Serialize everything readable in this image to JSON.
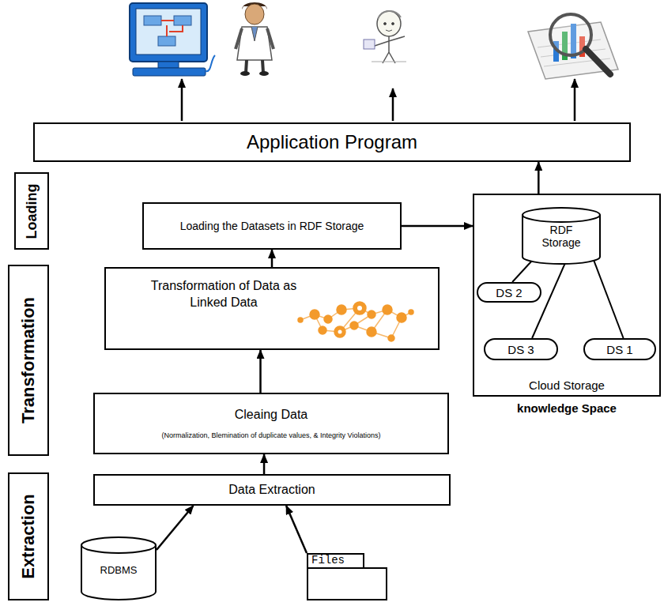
{
  "diagram": {
    "nodes": [
      {
        "text": [
          "Application Program"
        ]
      },
      {
        "text": [
          "Loading"
        ]
      },
      {
        "text": [
          "Loading the Datasets in RDF Storage"
        ]
      },
      {
        "text": [
          "Transformation"
        ]
      },
      {
        "text": [
          "Transformation of Data as Linked Data"
        ]
      },
      {
        "text": [
          "Cleaing Data",
          "(Normalization, Blemination of duplicate values, & Integrity Violations)"
        ]
      },
      {
        "text": [
          "Extraction"
        ]
      },
      {
        "text": [
          "Data Extraction"
        ]
      },
      {
        "text": [
          "RDBMS"
        ]
      },
      {
        "text": [
          "Files"
        ]
      },
      {
        "text": [
          "Cloud Storage",
          "knowledge Space"
        ]
      },
      {
        "text": [
          "RDF Storage"
        ],
        "in": 10
      },
      {
        "text": [
          "DS 2"
        ],
        "in": 10
      },
      {
        "text": [
          "DS 3"
        ],
        "in": 10
      },
      {
        "text": [
          "DS 1"
        ],
        "in": 10
      }
    ],
    "edges": [
      {
        "from": 8,
        "to": 7,
        "arrow": "to"
      },
      {
        "from": 9,
        "to": 7,
        "arrow": "to"
      },
      {
        "from": 7,
        "to": 5,
        "arrow": "to"
      },
      {
        "from": 5,
        "to": 4,
        "arrow": "to"
      },
      {
        "from": 4,
        "to": 2,
        "arrow": "to"
      },
      {
        "from": 2,
        "to": 10,
        "arrow": "to"
      },
      {
        "from": 10,
        "to": 0,
        "arrow": "to"
      },
      {
        "from": 11,
        "to": 12,
        "arrow": "none"
      },
      {
        "from": 11,
        "to": 13,
        "arrow": "none"
      },
      {
        "from": 11,
        "to": 14,
        "arrow": "none"
      }
    ]
  }
}
